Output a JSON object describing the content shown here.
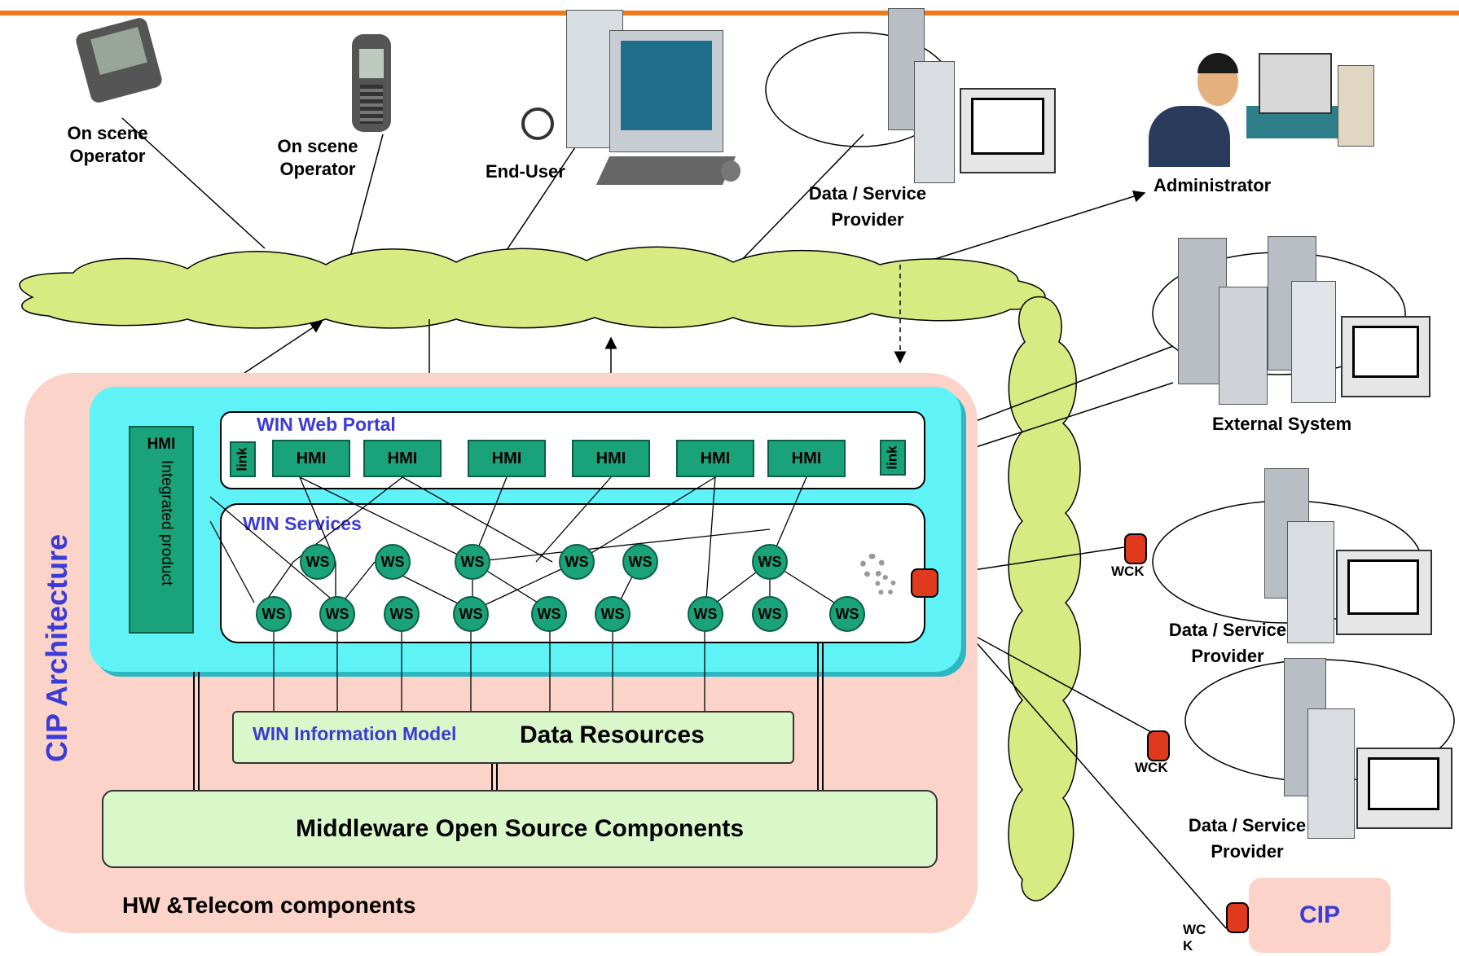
{
  "devices": {
    "operator_pda": "On scene\nOperator",
    "operator_phone": "On scene\nOperator",
    "end_user": "End-User",
    "provider_top": "Data / Service\nProvider",
    "administrator": "Administrator",
    "external_system": "External System",
    "provider_mid": "Data / Service\nProvider",
    "provider_low": "Data / Service\nProvider"
  },
  "cip_architecture": {
    "title": "CIP Architecture",
    "hw_telecom": "HW &Telecom components",
    "portal_title": "WIN Web Portal",
    "services_title": "WIN Services",
    "integrated_hmi": "HMI",
    "integrated_product": "Integrated product",
    "link_label": "link",
    "hmi_label": "HMI",
    "ws_label": "WS",
    "info_model": "WIN Information Model",
    "data_resources": "Data Resources",
    "middleware": "Middleware Open Source Components"
  },
  "connectors": {
    "wck_1": "WCK",
    "wck_2": "WCK",
    "wck_3": "WC\nK"
  },
  "cip_box": "CIP",
  "colors": {
    "orange_rule": "#f07a1a",
    "cloud": "#d8ea82",
    "cip_outer": "#fbd3c8",
    "win_panel": "#5ff3f8",
    "green_node": "#1aa37a",
    "light_green": "#d9f7c8",
    "title_blue": "#3b3bd6",
    "connector_red": "#e03a1e"
  }
}
